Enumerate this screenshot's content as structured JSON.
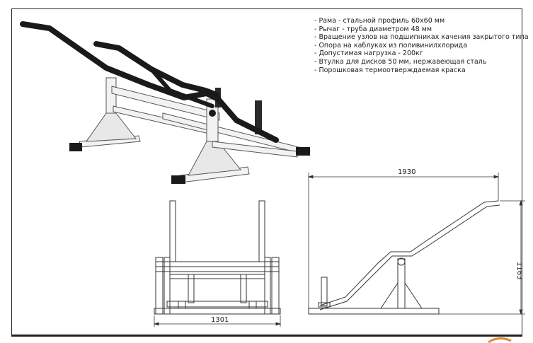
{
  "specs": [
    "- Рама - стальной профиль 60х60 мм",
    "- Рычаг - труба диаметром 48 мм",
    "- Вращение узлов на подшипниках качения закрытого типа",
    "- Опора на каблуках из поливинилхлорида",
    "- Допустимая нагрузка - 200кг",
    "- Втулка для дисков 50 мм, нержавеющая сталь",
    "- Порошковая термоотверждаемая краска"
  ],
  "dimensions": {
    "width": "1301",
    "length": "1930",
    "height": "1163"
  },
  "colors": {
    "frame": "#f2f2f2",
    "lever": "#1a1a1a",
    "outline": "#333333"
  }
}
